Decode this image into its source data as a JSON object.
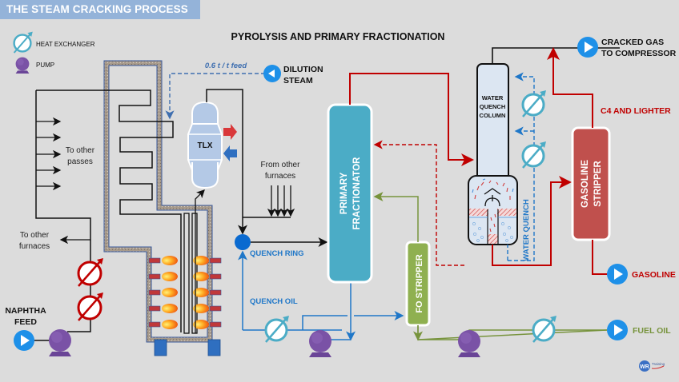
{
  "header": {
    "title": "THE STEAM CRACKING PROCESS",
    "subtitle": "PYROLYSIS AND PRIMARY FRACTIONATION"
  },
  "legend": {
    "heat_exchanger": "HEAT EXCHANGER",
    "pump": "PUMP"
  },
  "labels": {
    "dilution_rate": "0.6 t / t feed",
    "dilution_steam_1": "DILUTION",
    "dilution_steam_2": "STEAM",
    "to_other_passes_1": "To other",
    "to_other_passes_2": "passes",
    "to_other_furnaces_1": "To other",
    "to_other_furnaces_2": "furnaces",
    "from_other_furnaces_1": "From other",
    "from_other_furnaces_2": "furnaces",
    "naphtha_feed_1": "NAPHTHA",
    "naphtha_feed_2": "FEED",
    "tlx": "TLX",
    "quench_ring": "QUENCH RING",
    "quench_oil": "QUENCH OIL",
    "primary_fractionator_1": "PRIMARY",
    "primary_fractionator_2": "FRACTIONATOR",
    "fo_stripper": "FO STRIPPER",
    "water_quench_column_1": "WATER",
    "water_quench_column_2": "QUENCH",
    "water_quench_column_3": "COLUMN",
    "water_quench": "WATER QUENCH",
    "gasoline_stripper_1": "GASOLINE",
    "gasoline_stripper_2": "STRIPPER",
    "cracked_gas_1": "CRACKED GAS",
    "cracked_gas_2": "TO COMPRESSOR",
    "c4_lighter": "C4 AND LIGHTER",
    "gasoline": "GASOLINE",
    "fuel_oil": "FUEL OIL",
    "logo": "Training"
  },
  "colors": {
    "title_bar": "#94b3d9",
    "fractionator": "#4bacc6",
    "fo_stripper": "#8fb050",
    "gasoline_stripper": "#c0504d",
    "quench_column": "#dce6f2",
    "hot_line": "#c00000",
    "quench_line": "#1f77c8",
    "fuel_oil_line": "#77933c",
    "pump": "#7a52a6",
    "terminal": "#1e90e8"
  }
}
